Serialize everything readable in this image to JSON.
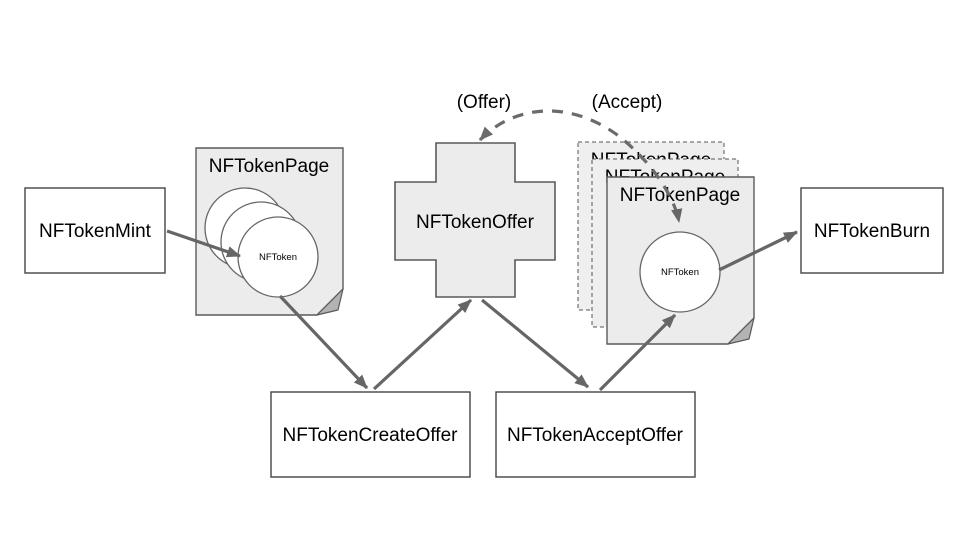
{
  "diagram": {
    "nodes": {
      "mint": {
        "label": "NFTokenMint"
      },
      "page_left": {
        "label": "NFTokenPage"
      },
      "token_left": {
        "label": "NFToken"
      },
      "offer": {
        "label": "NFTokenOffer"
      },
      "page_right_back": {
        "label": "NFTokenPage"
      },
      "page_right_middle": {
        "label": "NFTokenPage"
      },
      "page_right_front": {
        "label": "NFTokenPage"
      },
      "token_right": {
        "label": "NFToken"
      },
      "burn": {
        "label": "NFTokenBurn"
      },
      "create_offer": {
        "label": "NFTokenCreateOffer"
      },
      "accept_offer": {
        "label": "NFTokenAcceptOffer"
      }
    },
    "edge_labels": {
      "offer": "(Offer)",
      "accept": "(Accept)"
    },
    "edges": [
      {
        "from": "NFTokenMint",
        "to": "NFToken (left page)",
        "style": "solid"
      },
      {
        "from": "NFToken (left page)",
        "to": "NFTokenCreateOffer",
        "style": "solid"
      },
      {
        "from": "NFTokenCreateOffer",
        "to": "NFTokenOffer",
        "style": "solid"
      },
      {
        "from": "NFTokenOffer",
        "to": "NFTokenAcceptOffer",
        "style": "solid"
      },
      {
        "from": "NFTokenAcceptOffer",
        "to": "NFToken (right page)",
        "style": "solid"
      },
      {
        "from": "NFToken (right page)",
        "to": "NFTokenBurn",
        "style": "solid"
      },
      {
        "from": "NFToken (right page)",
        "to": "NFTokenOffer",
        "style": "dashed-curved",
        "labels": [
          "(Offer)",
          "(Accept)"
        ]
      }
    ],
    "colors": {
      "background": "#ffffff",
      "shape_fill": "#ececec",
      "shape_border": "#5a5a5a",
      "box_fill": "#ffffff",
      "box_border": "#454545",
      "arrow": "#666666",
      "fold": "#b3b3b3",
      "text": "#000000"
    }
  }
}
